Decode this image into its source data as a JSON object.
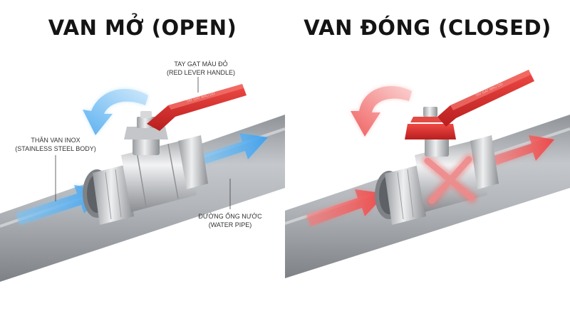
{
  "titles": {
    "open": "VAN MỞ (OPEN)",
    "closed": "VAN ĐÓNG (CLOSED)"
  },
  "labels": {
    "handle": {
      "vi": "TAY GẠT MÀU ĐỎ",
      "en": "(RED LEVER HANDLE)"
    },
    "body": {
      "vi": "THÂN VAN INOX",
      "en": "(STAINLESS STEEL BODY)"
    },
    "pipe": {
      "vi": "ĐƯỜNG ỐNG NƯỚC",
      "en": "(WATER PIPE)"
    }
  },
  "colors": {
    "flow_open": "#4aa8ef",
    "flow_closed": "#f06060",
    "handle": "#d82828",
    "pipe": "#a5a8ad",
    "valve_body": "#c9cbce",
    "background": "#ffffff"
  },
  "icons": {
    "open_rotation": "curved-arrow-counterclockwise-blue",
    "closed_rotation": "curved-arrow-counterclockwise-red",
    "blocked_flow": "x-mark-red"
  }
}
